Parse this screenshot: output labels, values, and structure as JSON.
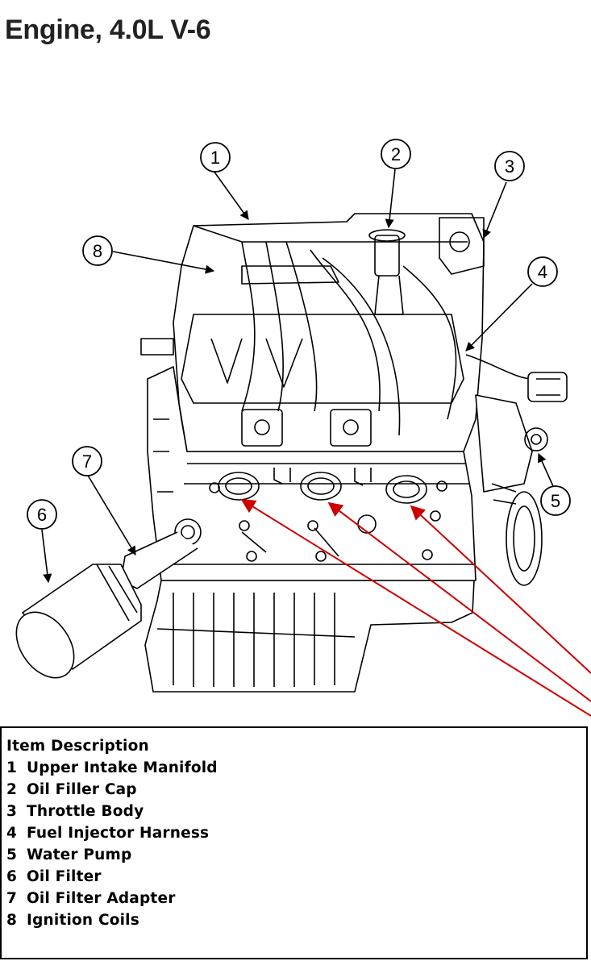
{
  "title": "Engine, 4.0L V-6",
  "callouts": [
    "1",
    "2",
    "3",
    "4",
    "5",
    "6",
    "7",
    "8"
  ],
  "legend": {
    "header": "Item Description",
    "items": [
      {
        "num": "1",
        "desc": "Upper Intake Manifold"
      },
      {
        "num": "2",
        "desc": "Oil Filler Cap"
      },
      {
        "num": "3",
        "desc": "Throttle Body"
      },
      {
        "num": "4",
        "desc": "Fuel Injector Harness"
      },
      {
        "num": "5",
        "desc": "Water Pump"
      },
      {
        "num": "6",
        "desc": "Oil Filter"
      },
      {
        "num": "7",
        "desc": "Oil Filter Adapter"
      },
      {
        "num": "8",
        "desc": "Ignition Coils"
      }
    ]
  },
  "colors": {
    "line": "#000000",
    "arrow": "#cc0000"
  }
}
